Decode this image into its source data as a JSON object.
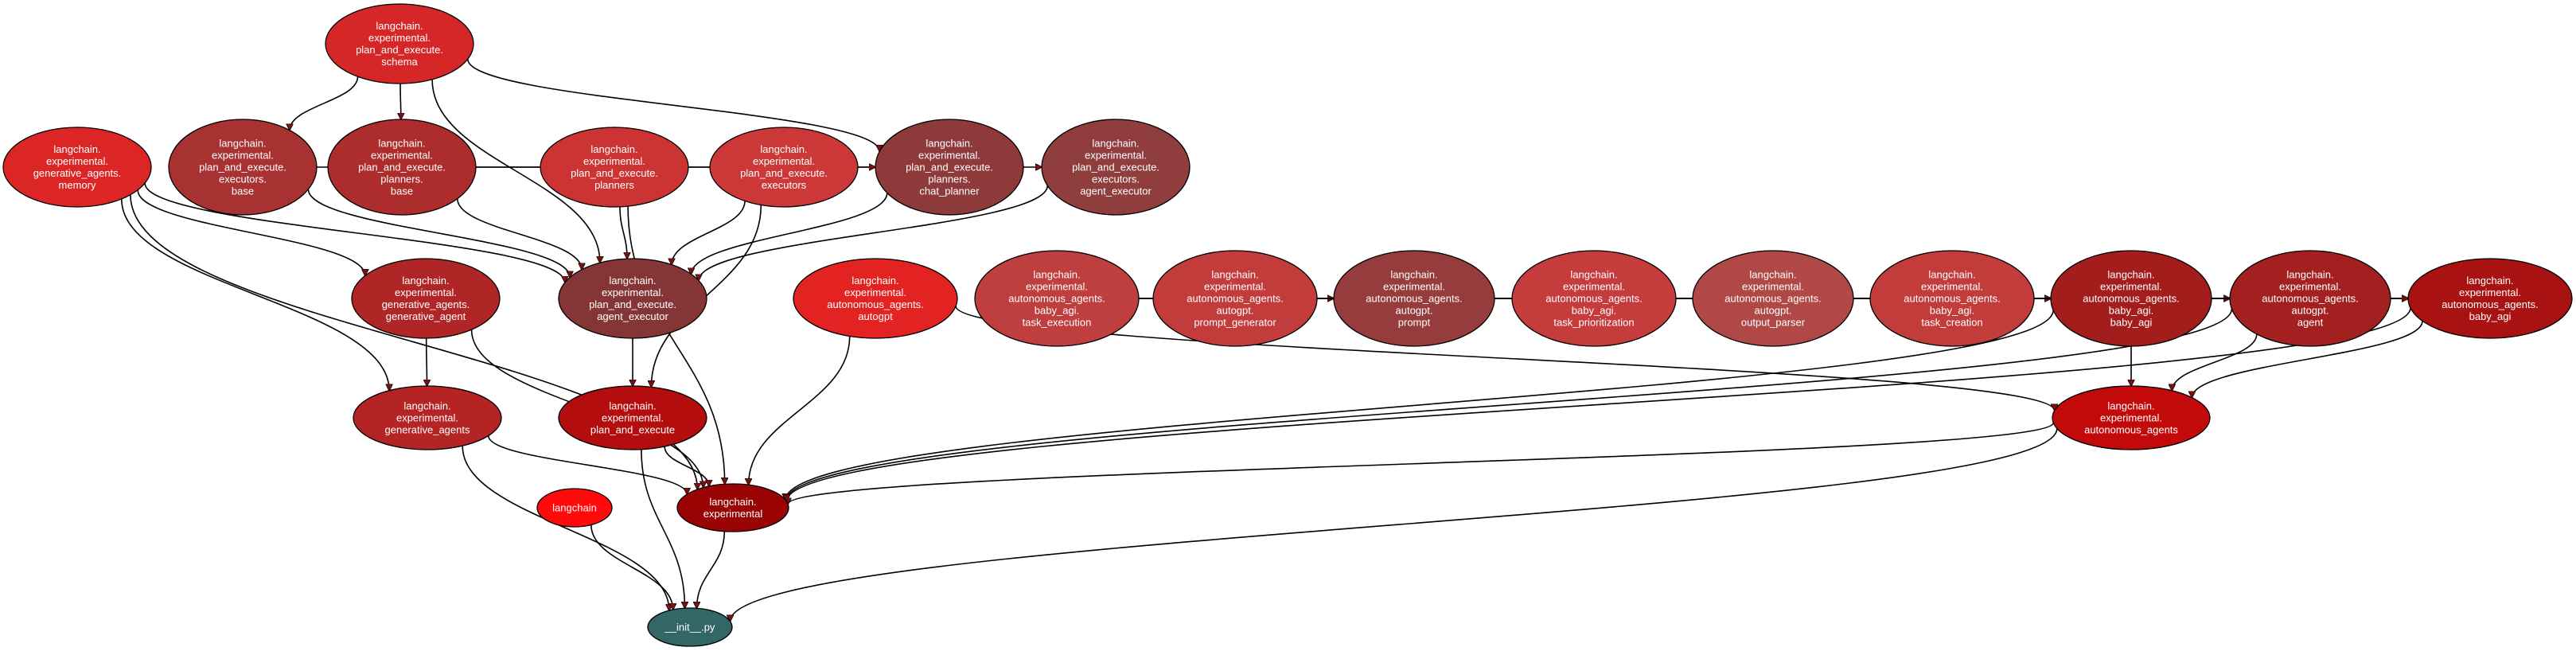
{
  "nodes": [
    {
      "id": "pe_schema",
      "lines": [
        "langchain.",
        "experimental.",
        "plan_and_execute.",
        "schema"
      ],
      "color": "#d62728"
    },
    {
      "id": "ga_memory",
      "lines": [
        "langchain.",
        "experimental.",
        "generative_agents.",
        "memory"
      ],
      "color": "#dc2626"
    },
    {
      "id": "pe_exec_base",
      "lines": [
        "langchain.",
        "experimental.",
        "plan_and_execute.",
        "executors.",
        "base"
      ],
      "color": "#a83232"
    },
    {
      "id": "pe_planners_base",
      "lines": [
        "langchain.",
        "experimental.",
        "plan_and_execute.",
        "planners.",
        "base"
      ],
      "color": "#ad2c2c"
    },
    {
      "id": "pe_planners",
      "lines": [
        "langchain.",
        "experimental.",
        "plan_and_execute.",
        "planners"
      ],
      "color": "#cc3333"
    },
    {
      "id": "pe_executors",
      "lines": [
        "langchain.",
        "experimental.",
        "plan_and_execute.",
        "executors"
      ],
      "color": "#cc3737"
    },
    {
      "id": "pe_chat_planner",
      "lines": [
        "langchain.",
        "experimental.",
        "plan_and_execute.",
        "planners.",
        "chat_planner"
      ],
      "color": "#8f3a3a"
    },
    {
      "id": "pe_exec_agent",
      "lines": [
        "langchain.",
        "experimental.",
        "plan_and_execute.",
        "executors.",
        "agent_executor"
      ],
      "color": "#8f3d3d"
    },
    {
      "id": "ga_agent",
      "lines": [
        "langchain.",
        "experimental.",
        "generative_agents.",
        "generative_agent"
      ],
      "color": "#b02626"
    },
    {
      "id": "pe_agent_executor",
      "lines": [
        "langchain.",
        "experimental.",
        "plan_and_execute.",
        "agent_executor"
      ],
      "color": "#853535"
    },
    {
      "id": "aa_autogpt",
      "lines": [
        "langchain.",
        "experimental.",
        "autonomous_agents.",
        "autogpt"
      ],
      "color": "#e32222"
    },
    {
      "id": "ba_task_exec",
      "lines": [
        "langchain.",
        "experimental.",
        "autonomous_agents.",
        "baby_agi.",
        "task_execution"
      ],
      "color": "#bf3f3f"
    },
    {
      "id": "ag_prompt_gen",
      "lines": [
        "langchain.",
        "experimental.",
        "autonomous_agents.",
        "autogpt.",
        "prompt_generator"
      ],
      "color": "#c23c3c"
    },
    {
      "id": "ag_prompt",
      "lines": [
        "langchain.",
        "experimental.",
        "autonomous_agents.",
        "autogpt.",
        "prompt"
      ],
      "color": "#963c3c"
    },
    {
      "id": "ba_task_prior",
      "lines": [
        "langchain.",
        "experimental.",
        "autonomous_agents.",
        "baby_agi.",
        "task_prioritization"
      ],
      "color": "#c43c3c"
    },
    {
      "id": "ag_output_parser",
      "lines": [
        "langchain.",
        "experimental.",
        "autonomous_agents.",
        "autogpt.",
        "output_parser"
      ],
      "color": "#b04848"
    },
    {
      "id": "ba_task_creation",
      "lines": [
        "langchain.",
        "experimental.",
        "autonomous_agents.",
        "baby_agi.",
        "task_creation"
      ],
      "color": "#c23c3c"
    },
    {
      "id": "ba_baby_agi_mod",
      "lines": [
        "langchain.",
        "experimental.",
        "autonomous_agents.",
        "baby_agi.",
        "baby_agi"
      ],
      "color": "#a31d1d"
    },
    {
      "id": "ag_agent",
      "lines": [
        "langchain.",
        "experimental.",
        "autonomous_agents.",
        "autogpt.",
        "agent"
      ],
      "color": "#a32020"
    },
    {
      "id": "aa_baby_agi",
      "lines": [
        "langchain.",
        "experimental.",
        "autonomous_agents.",
        "baby_agi"
      ],
      "color": "#a81212"
    },
    {
      "id": "ga_pkg",
      "lines": [
        "langchain.",
        "experimental.",
        "generative_agents"
      ],
      "color": "#b52424"
    },
    {
      "id": "pe_pkg",
      "lines": [
        "langchain.",
        "experimental.",
        "plan_and_execute"
      ],
      "color": "#b30d0d"
    },
    {
      "id": "aa_pkg",
      "lines": [
        "langchain.",
        "experimental.",
        "autonomous_agents"
      ],
      "color": "#c20a0a"
    },
    {
      "id": "langchain",
      "lines": [
        "langchain"
      ],
      "color": "#ff0a0a"
    },
    {
      "id": "experimental",
      "lines": [
        "langchain.",
        "experimental"
      ],
      "color": "#990303"
    },
    {
      "id": "init_py",
      "lines": [
        "__init__.py"
      ],
      "color": "#336666"
    }
  ],
  "edges": [
    [
      "pe_schema",
      "pe_exec_base"
    ],
    [
      "pe_schema",
      "pe_planners_base"
    ],
    [
      "pe_schema",
      "pe_chat_planner"
    ],
    [
      "pe_schema",
      "pe_agent_executor"
    ],
    [
      "pe_exec_base",
      "pe_exec_agent"
    ],
    [
      "pe_exec_base",
      "pe_agent_executor"
    ],
    [
      "pe_planners_base",
      "pe_chat_planner"
    ],
    [
      "pe_planners_base",
      "pe_agent_executor"
    ],
    [
      "pe_planners",
      "pe_agent_executor"
    ],
    [
      "pe_planners",
      "experimental"
    ],
    [
      "pe_executors",
      "pe_agent_executor"
    ],
    [
      "pe_executors",
      "pe_pkg"
    ],
    [
      "pe_chat_planner",
      "pe_agent_executor"
    ],
    [
      "pe_exec_agent",
      "pe_agent_executor"
    ],
    [
      "pe_agent_executor",
      "pe_pkg"
    ],
    [
      "pe_pkg",
      "experimental"
    ],
    [
      "pe_pkg",
      "init_py"
    ],
    [
      "ga_memory",
      "ga_agent"
    ],
    [
      "ga_memory",
      "ga_pkg"
    ],
    [
      "ga_memory",
      "pe_agent_executor"
    ],
    [
      "ga_memory",
      "experimental"
    ],
    [
      "ga_agent",
      "ga_pkg"
    ],
    [
      "ga_agent",
      "experimental"
    ],
    [
      "ga_pkg",
      "experimental"
    ],
    [
      "ga_pkg",
      "init_py"
    ],
    [
      "aa_autogpt",
      "aa_pkg"
    ],
    [
      "aa_autogpt",
      "experimental"
    ],
    [
      "ag_prompt_gen",
      "ag_prompt"
    ],
    [
      "ba_task_creation",
      "ba_baby_agi_mod"
    ],
    [
      "ba_task_exec",
      "ba_baby_agi_mod"
    ],
    [
      "ba_task_exec",
      "ag_agent"
    ],
    [
      "ba_task_exec",
      "aa_baby_agi"
    ],
    [
      "ag_prompt_gen",
      "ag_agent"
    ],
    [
      "ag_prompt",
      "ag_agent"
    ],
    [
      "ba_task_prior",
      "ba_baby_agi_mod"
    ],
    [
      "ba_task_prior",
      "aa_baby_agi"
    ],
    [
      "ag_output_parser",
      "ag_agent"
    ],
    [
      "ba_task_creation",
      "aa_baby_agi"
    ],
    [
      "ba_baby_agi_mod",
      "aa_pkg"
    ],
    [
      "ba_baby_agi_mod",
      "aa_baby_agi"
    ],
    [
      "ba_baby_agi_mod",
      "experimental"
    ],
    [
      "ag_agent",
      "aa_pkg"
    ],
    [
      "ag_agent",
      "experimental"
    ],
    [
      "aa_baby_agi",
      "aa_pkg"
    ],
    [
      "aa_baby_agi",
      "experimental"
    ],
    [
      "aa_pkg",
      "experimental"
    ],
    [
      "aa_pkg",
      "init_py"
    ],
    [
      "langchain",
      "init_py"
    ],
    [
      "experimental",
      "init_py"
    ]
  ]
}
